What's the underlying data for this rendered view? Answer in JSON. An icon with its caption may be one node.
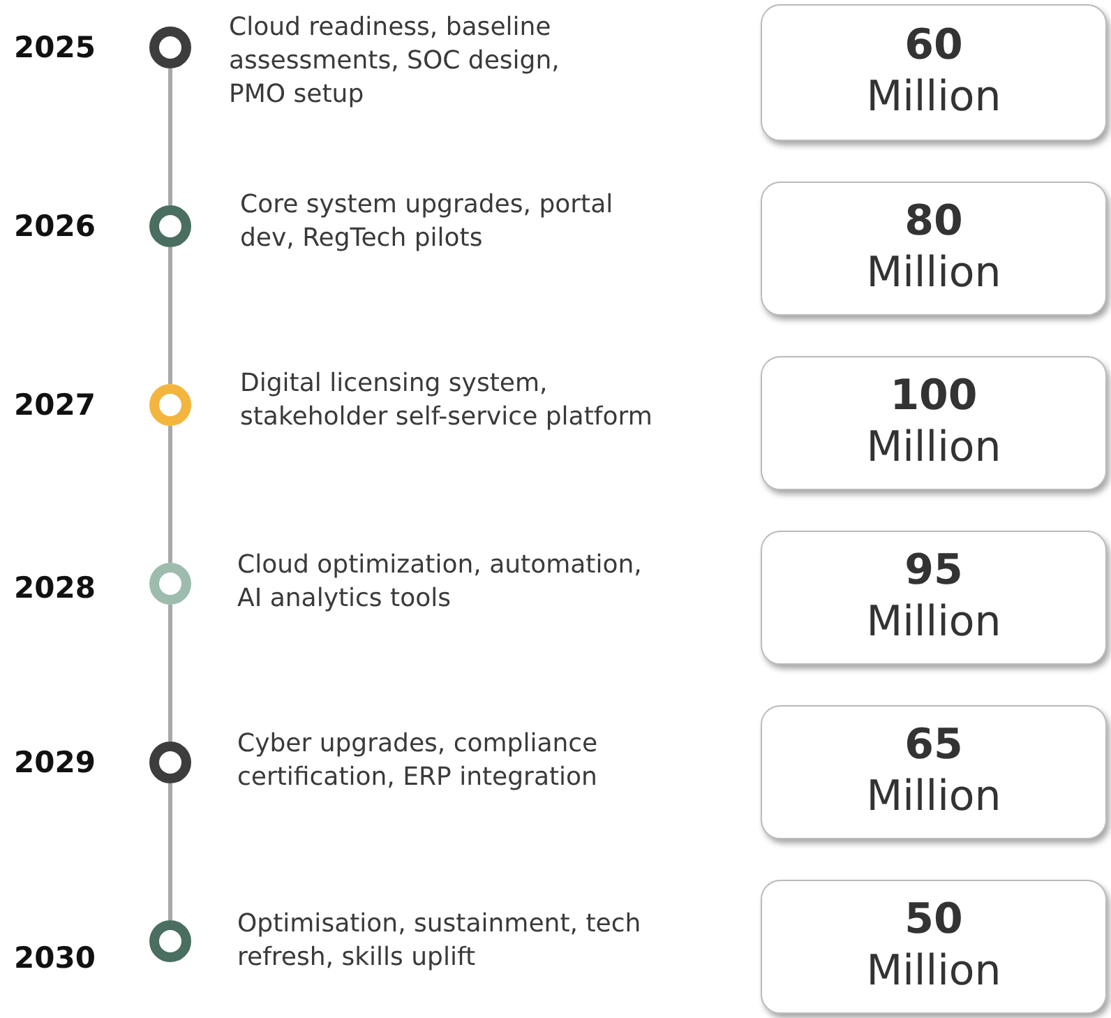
{
  "diagram": {
    "nodes": [
      {
        "text": [],
        "shape": "circle",
        "beside": [
          "2025",
          "Cloud readiness, baseline assessments, SOC design, PMO setup"
        ]
      },
      {
        "text": [
          "60",
          "Million"
        ]
      },
      {
        "text": [],
        "shape": "circle",
        "beside": [
          "2026",
          "Core system upgrades, portal dev, RegTech pilots"
        ]
      },
      {
        "text": [
          "80",
          "Million"
        ]
      },
      {
        "text": [],
        "shape": "circle",
        "beside": [
          "2027",
          "Digital licensing system, stakeholder self-service platform"
        ]
      },
      {
        "text": [
          "100",
          "Million"
        ]
      },
      {
        "text": [],
        "shape": "circle",
        "beside": [
          "2028",
          "Cloud optimization, automation, AI analytics tools"
        ]
      },
      {
        "text": [
          "95",
          "Million"
        ]
      },
      {
        "text": [],
        "shape": "circle",
        "beside": [
          "2029",
          "Cyber upgrades, compliance certification, ERP integration"
        ]
      },
      {
        "text": [
          "65",
          "Million"
        ]
      },
      {
        "text": [],
        "shape": "circle",
        "beside": [
          "2030",
          "Optimisation, sustainment, tech refresh, skills uplift"
        ]
      },
      {
        "text": [
          "50",
          "Million"
        ]
      }
    ],
    "edges": [
      {
        "from": 0,
        "to": 2,
        "arrow": "none"
      },
      {
        "from": 2,
        "to": 4,
        "arrow": "none"
      },
      {
        "from": 4,
        "to": 6,
        "arrow": "none"
      },
      {
        "from": 6,
        "to": 8,
        "arrow": "none"
      },
      {
        "from": 8,
        "to": 10,
        "arrow": "none"
      }
    ]
  }
}
